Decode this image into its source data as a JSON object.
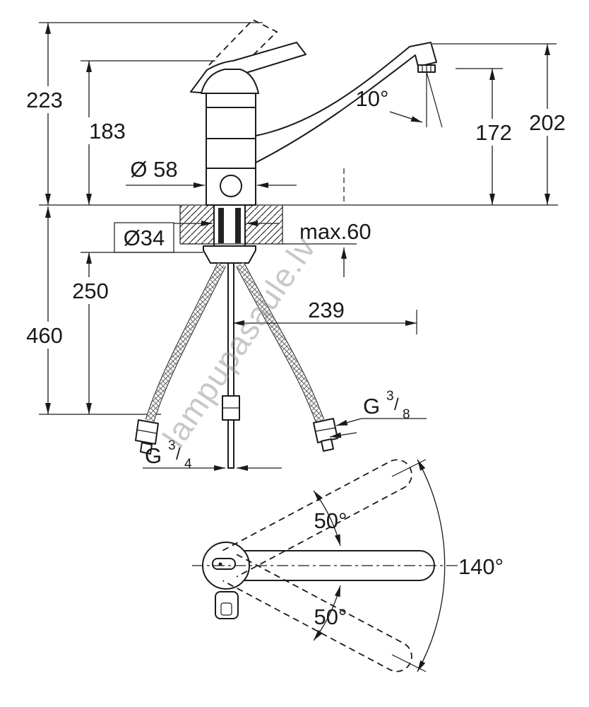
{
  "watermark": {
    "text": "lampupasaule.lv"
  },
  "side_view": {
    "dims": {
      "overall_height": "223",
      "body_height": "183",
      "spout_height": "202",
      "outlet_height": "172",
      "spout_angle": "10°",
      "escutcheon_diameter": "Ø 58",
      "mounting_hole_diameter": "Ø34",
      "max_deck_thickness": "max.60",
      "hose_drop_inner": "250",
      "hose_drop_outer": "460",
      "spout_reach": "239"
    },
    "threads": {
      "hose": {
        "prefix": "G",
        "sup": "3",
        "slash": "/",
        "sub": "8"
      },
      "stud": {
        "prefix": "G",
        "sup": "3",
        "slash": "/",
        "sub": "4"
      }
    }
  },
  "top_view": {
    "swivel_upper": "50°",
    "swivel_lower": "50°",
    "swivel_total": "140°"
  }
}
